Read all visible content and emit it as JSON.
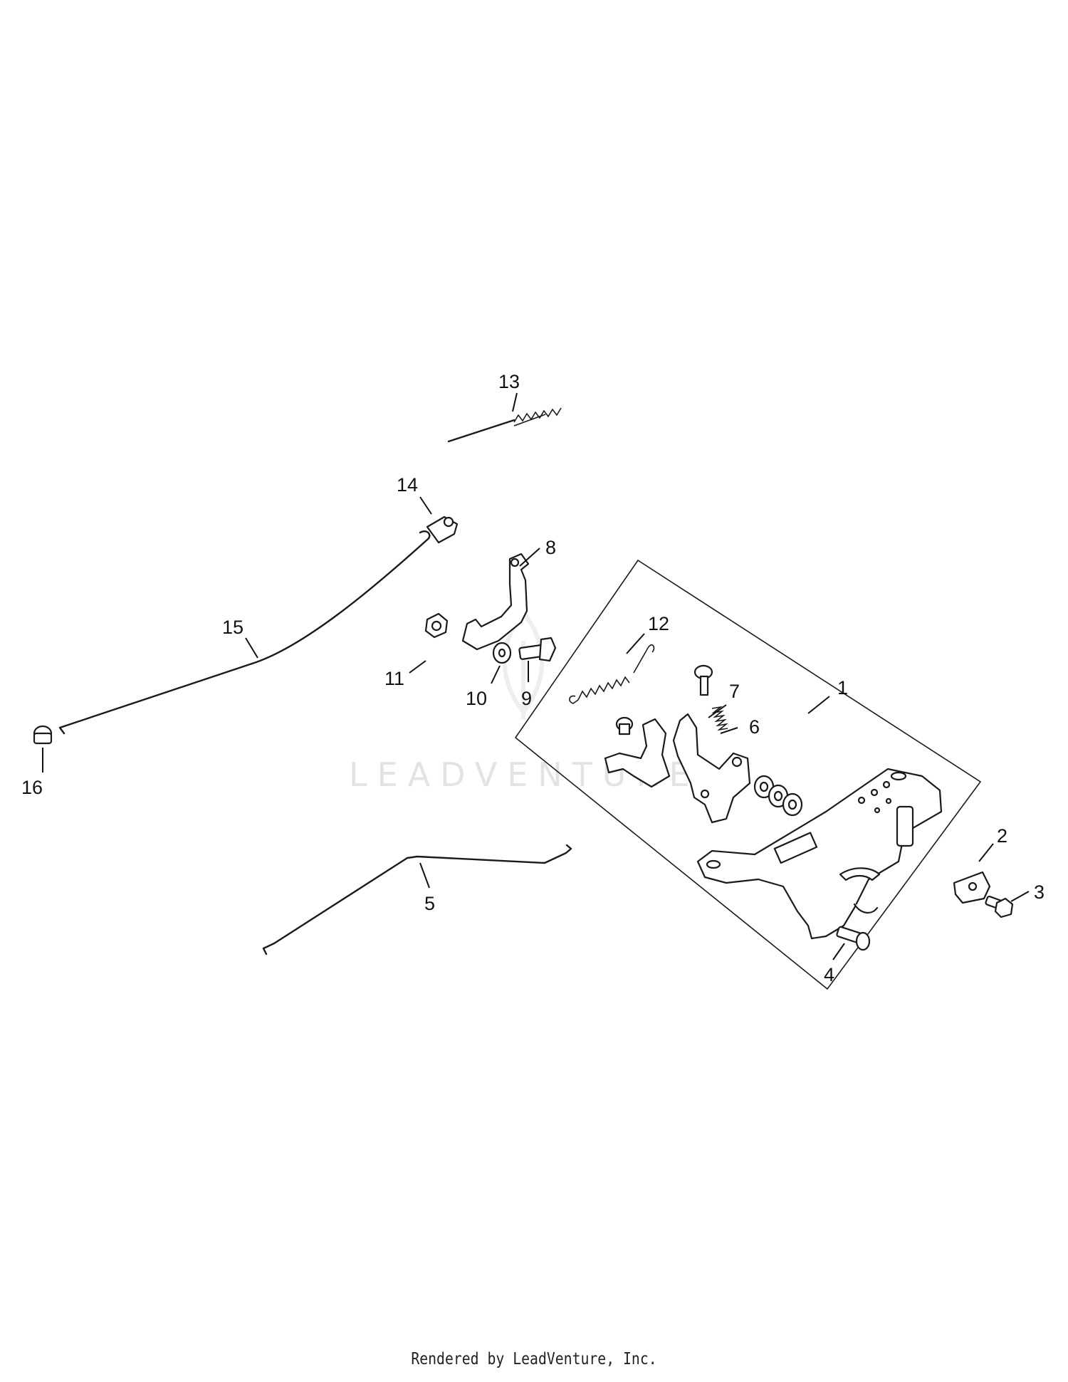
{
  "watermark": "LEADVENTURE",
  "footer": "Rendered by LeadVenture, Inc.",
  "callouts": {
    "c1": "1",
    "c2": "2",
    "c3": "3",
    "c4": "4",
    "c5": "5",
    "c6": "6",
    "c7": "7",
    "c8": "8",
    "c9": "9",
    "c10": "10",
    "c11": "11",
    "c12": "12",
    "c13": "13",
    "c14": "14",
    "c15": "15",
    "c16": "16"
  }
}
